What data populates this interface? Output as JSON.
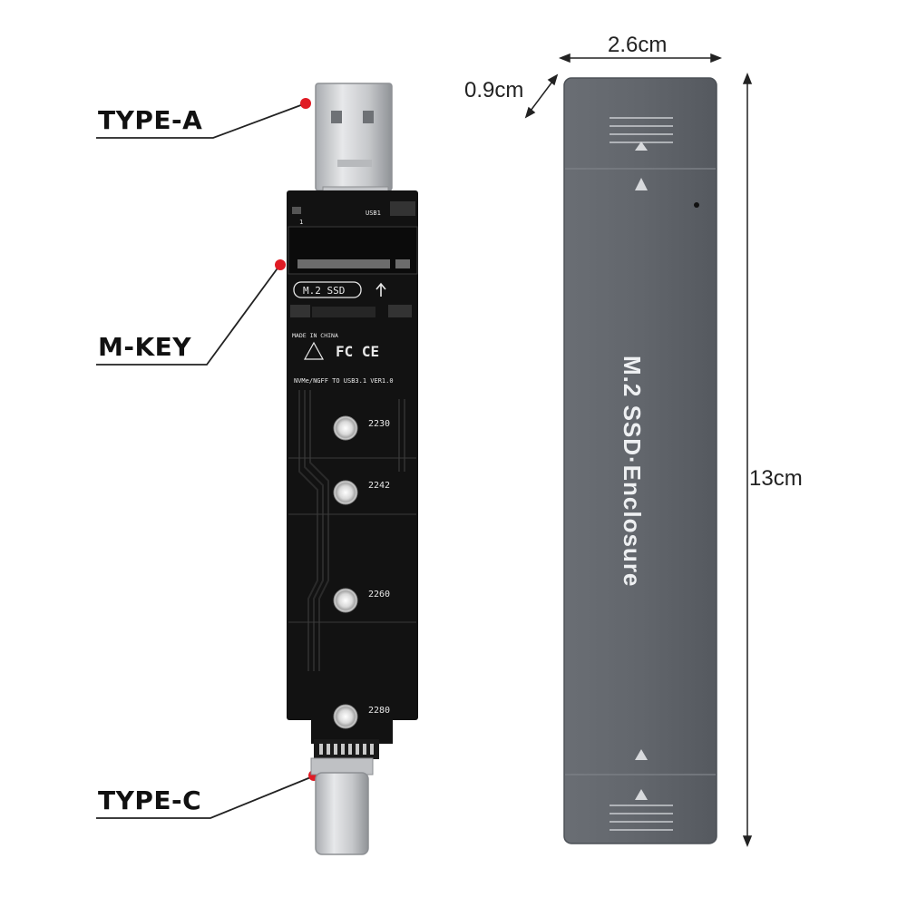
{
  "callouts": {
    "type_a": "TYPE-A",
    "m_key": "M-KEY",
    "type_c": "TYPE-C"
  },
  "dimensions": {
    "width": "2.6cm",
    "thickness": "0.9cm",
    "length": "13cm"
  },
  "pcb": {
    "usb_label": "USB1",
    "pin_label": "1",
    "slot_label": "M.2  SSD",
    "made_in": "MADE IN CHINA",
    "cert": "FC CE",
    "version": "NVMe/NGFF TO USB3.1 VER1.0",
    "sizes": [
      "2230",
      "2242",
      "2260",
      "2280"
    ]
  },
  "enclosure": {
    "label": "M.2 SSD·Enclosure"
  },
  "colors": {
    "pcb": "#111111",
    "enclosure": "#5f6369",
    "marker": "#e01b24",
    "metal": "#cfd1d4"
  }
}
